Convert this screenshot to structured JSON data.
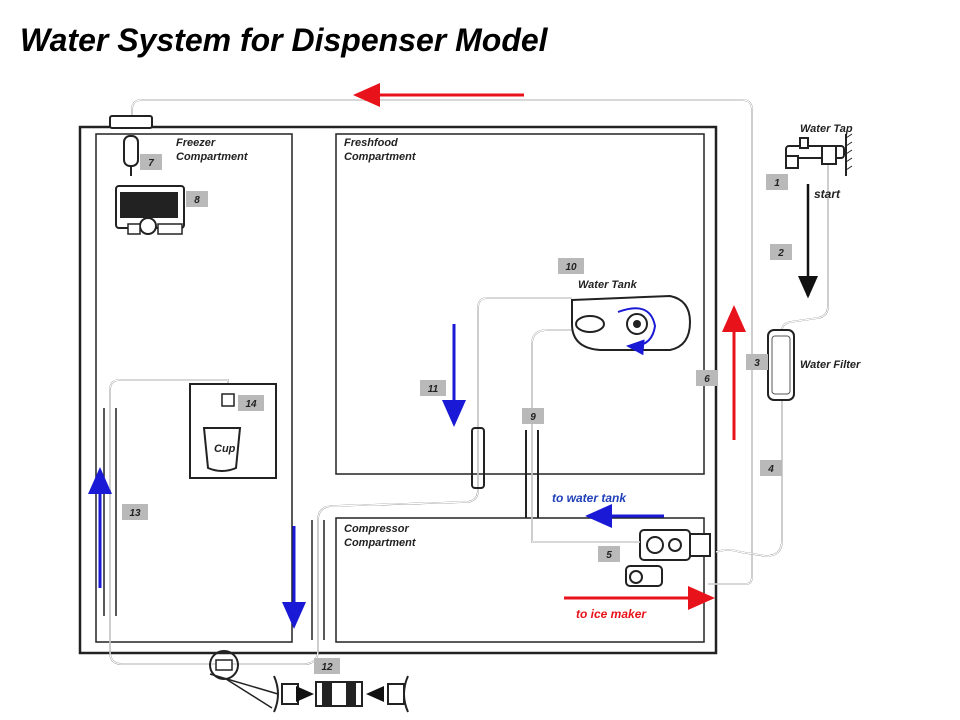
{
  "title": "Water System for Dispenser Model",
  "labels": {
    "freezer": [
      "Freezer",
      "Compartment"
    ],
    "freshfood": [
      "Freshfood",
      "Compartment"
    ],
    "compressor": [
      "Compressor",
      "Compartment"
    ],
    "water_tap": "Water Tap",
    "start": "start",
    "water_tank": "Water Tank",
    "water_filter": "Water Filter",
    "cup": "Cup",
    "to_water_tank": "to water tank",
    "to_ice_maker": "to ice maker"
  },
  "numbers": [
    "1",
    "2",
    "3",
    "4",
    "5",
    "6",
    "7",
    "8",
    "9",
    "10",
    "11",
    "12",
    "13",
    "14"
  ],
  "colors": {
    "red_arrow": "#e8121a",
    "blue_arrow": "#1a1ad6",
    "label_blue": "#1f3fb8",
    "label_red": "#e8121a"
  }
}
